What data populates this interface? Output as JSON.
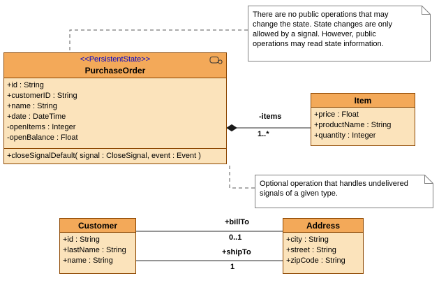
{
  "colors": {
    "class_header_bg": "#F3A959",
    "class_body_bg": "#FBE3BB",
    "class_border": "#8C4600",
    "stereotype_text": "#0000C8",
    "note_bg": "#FFFFFF",
    "note_border": "#7F7F7F",
    "connector": "#2B2B2B"
  },
  "classes": {
    "purchase_order": {
      "stereotype": "<<PersistentState>>",
      "name": "PurchaseOrder",
      "attributes": [
        "+id : String",
        "+customerID : String",
        "+name : String",
        "+date : DateTime",
        "-openItems : Integer",
        "-openBalance : Float"
      ],
      "operations": [
        "+closeSignalDefault( signal : CloseSignal, event : Event )"
      ]
    },
    "item": {
      "name": "Item",
      "attributes": [
        "+price : Float",
        "+productName : String",
        "+quantity : Integer"
      ]
    },
    "customer": {
      "name": "Customer",
      "attributes": [
        "+id : String",
        "+lastName : String",
        "+name : String"
      ]
    },
    "address": {
      "name": "Address",
      "attributes": [
        "+city : String",
        "+street : String",
        "+zipCode : String"
      ]
    }
  },
  "notes": {
    "state": {
      "lines": [
        "There are no public operations that may",
        "change the state. State changes are only",
        "allowed by a signal. However, public",
        "operations may read state information."
      ]
    },
    "signal": {
      "lines": [
        "Optional operation that handles undelivered",
        "signals of a given type."
      ]
    }
  },
  "associations": {
    "items": {
      "label": "-items",
      "multiplicity": "1..*"
    },
    "bill_to": {
      "label": "+billTo",
      "multiplicity": "0..1"
    },
    "ship_to": {
      "label": "+shipTo",
      "multiplicity": "1"
    }
  }
}
